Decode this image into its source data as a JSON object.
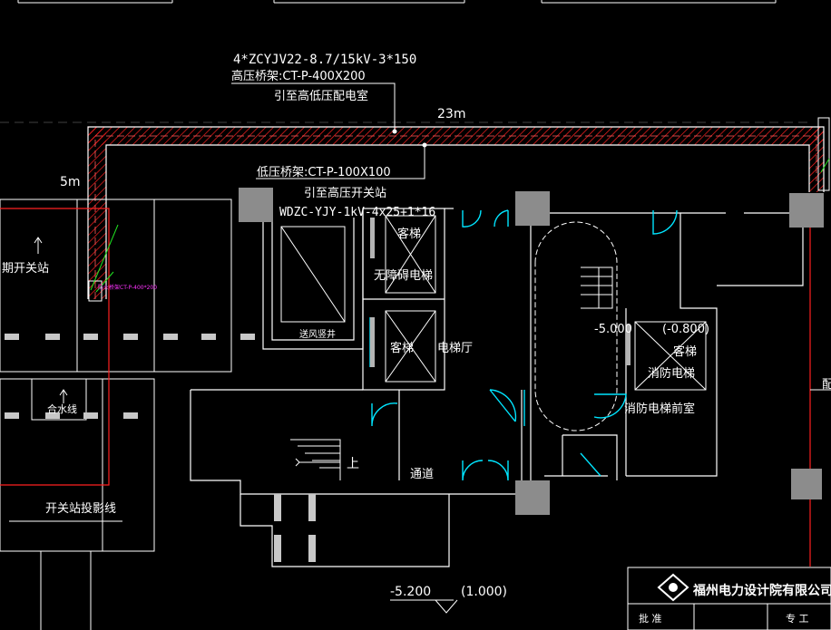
{
  "drawing": {
    "cable_annotation": {
      "cable_spec": "4*ZCYJV22-8.7/15kV-3*150",
      "hv_tray": "高压桥架:CT-P-400X200",
      "route_to": "引至高低压配电室"
    },
    "lv_annotation": {
      "lv_tray": "低压桥架:CT-P-100X100",
      "route_to": "引至高压开关站",
      "cable_spec": "WDZC-YJY-1kV-4x25+1*16"
    },
    "dimensions": {
      "top_length": "23m",
      "left_length": "5m"
    },
    "room_labels": {
      "switch_station": "期开关站",
      "switch_station_projection": "开关站投影线",
      "passenger_elevator_1": "客梯",
      "barrier_free_elevator": "无障碍电梯",
      "passenger_elevator_2": "客梯",
      "elevator_hall": "电梯厅",
      "passenger_elevator_3": "客梯",
      "fire_elevator": "消防电梯",
      "fire_elevator_lobby": "消防电梯前室",
      "passage": "通道",
      "stair_up": "上",
      "shaft_label": "送风竖井",
      "small_label": "合水线",
      "right_edge_label": "配"
    },
    "elevations": {
      "level_a": "-5.200",
      "level_a_rel": "(1.000)",
      "level_b": "-5.000",
      "level_b_rel": "(-0.800)"
    },
    "tiny_tray_label": "防火桥架CT-P-400*200",
    "title_block": {
      "company": "福州电力设计院有限公司",
      "cell_left": "批 准",
      "cell_right": "专 工"
    }
  },
  "colors": {
    "background": "#000000",
    "wall": "#ffffff",
    "tray_red": "#ff2020",
    "door_cyan": "#00e5ff",
    "column_gray": "#8c8c8c",
    "leader_green": "#22e522",
    "magenta": "#ff33ff",
    "dash_gray": "#c8c8c8"
  }
}
